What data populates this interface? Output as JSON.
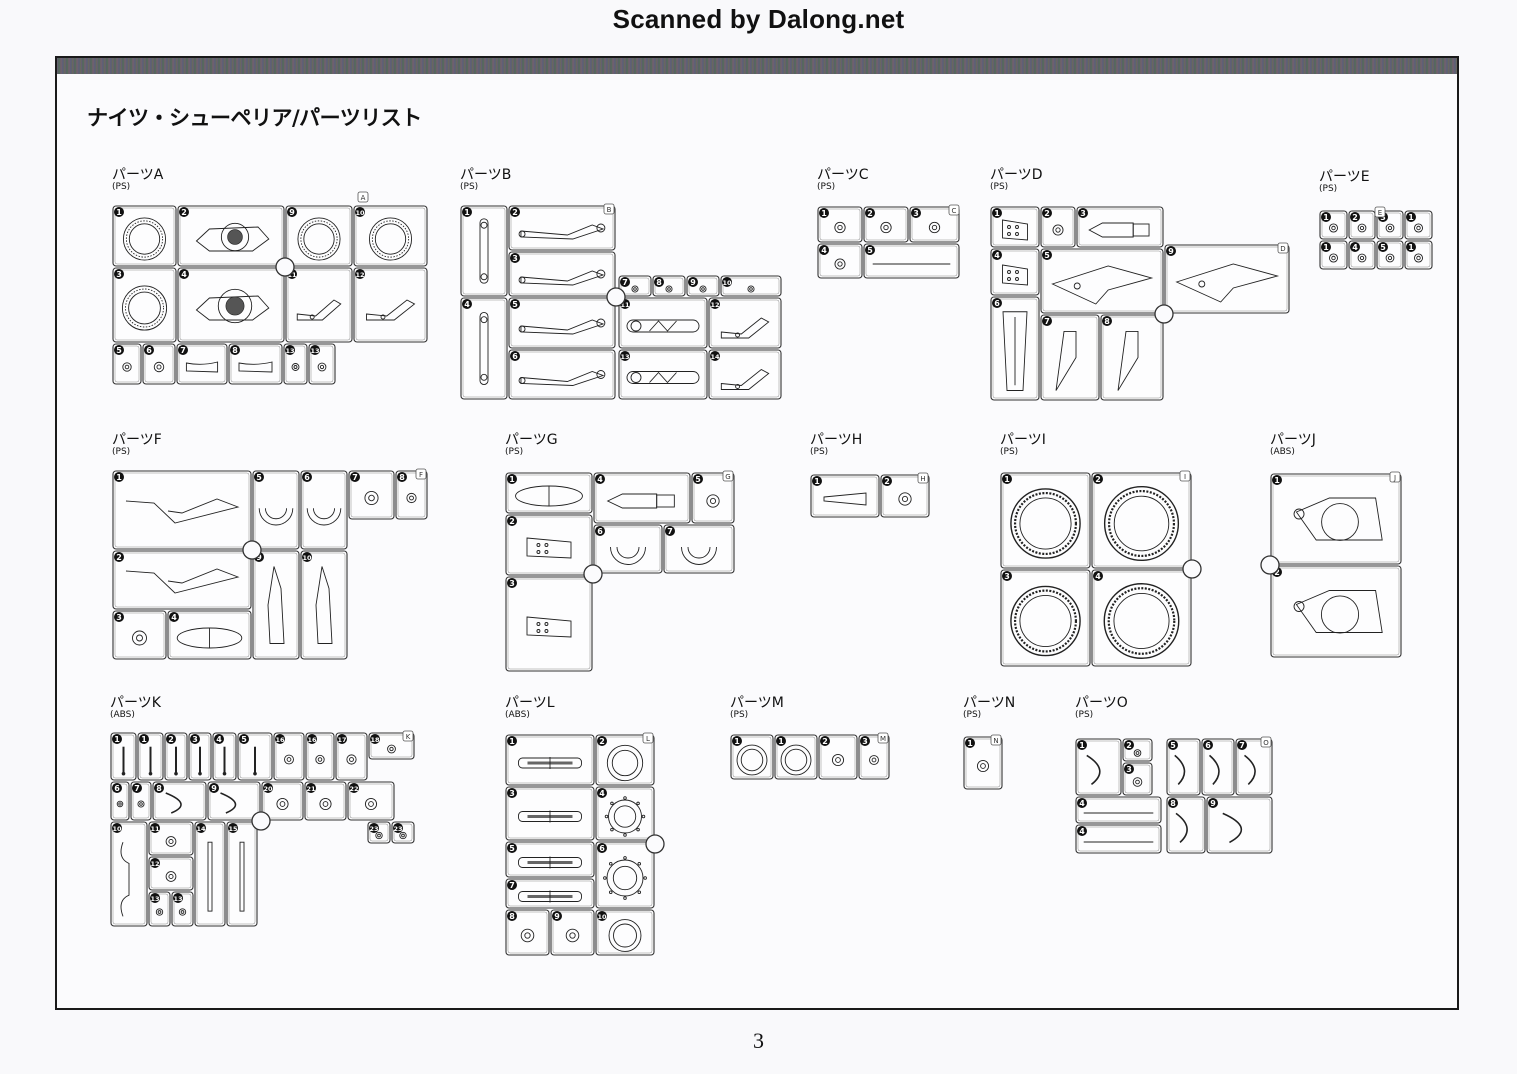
{
  "watermark": "Scanned by Dalong.net",
  "page_title": "ナイツ・シューペリア/パーツリスト",
  "page_number": "3",
  "sprues": [
    {
      "id": "A",
      "name": "パーツA",
      "material": "(PS)",
      "tag": "A",
      "cells": [
        {
          "n": "1",
          "shape": "gear-ring"
        },
        {
          "n": "2",
          "shape": "engine-case"
        },
        {
          "n": "9",
          "shape": "gear-ring"
        },
        {
          "n": "10",
          "shape": "gear-ring"
        },
        {
          "n": "3",
          "shape": "gear-ring"
        },
        {
          "n": "4",
          "shape": "engine-case"
        },
        {
          "n": "11",
          "shape": "bracket"
        },
        {
          "n": "12",
          "shape": "bracket"
        },
        {
          "n": "5",
          "shape": "small-cap"
        },
        {
          "n": "6",
          "shape": "small-cap"
        },
        {
          "n": "7",
          "shape": "plate"
        },
        {
          "n": "8",
          "shape": "plate"
        },
        {
          "n": "13",
          "shape": "small-cap"
        },
        {
          "n": "13",
          "shape": "small-cap"
        }
      ]
    },
    {
      "id": "B",
      "name": "パーツB",
      "material": "(PS)",
      "tag": "B",
      "cells": [
        {
          "n": "1",
          "shape": "fork-leg"
        },
        {
          "n": "2",
          "shape": "swing-arm"
        },
        {
          "n": "3",
          "shape": "swing-arm"
        },
        {
          "n": "4",
          "shape": "fork-leg"
        },
        {
          "n": "5",
          "shape": "swing-arm"
        },
        {
          "n": "6",
          "shape": "swing-arm"
        },
        {
          "n": "7",
          "shape": "small-cap"
        },
        {
          "n": "8",
          "shape": "small-cap"
        },
        {
          "n": "9",
          "shape": "small-cap"
        },
        {
          "n": "10",
          "shape": "small-cap"
        },
        {
          "n": "11",
          "shape": "link-arm"
        },
        {
          "n": "12",
          "shape": "bracket"
        },
        {
          "n": "13",
          "shape": "link-arm"
        },
        {
          "n": "14",
          "shape": "bracket"
        }
      ]
    },
    {
      "id": "C",
      "name": "パーツC",
      "material": "(PS)",
      "tag": "C",
      "cells": [
        {
          "n": "1",
          "shape": "small-cap"
        },
        {
          "n": "2",
          "shape": "small-cap"
        },
        {
          "n": "3",
          "shape": "small-cap"
        },
        {
          "n": "4",
          "shape": "small-cap"
        },
        {
          "n": "5",
          "shape": "rod"
        }
      ]
    },
    {
      "id": "D",
      "name": "パーツD",
      "material": "(PS)",
      "tag": "D",
      "cells": [
        {
          "n": "1",
          "shape": "panel"
        },
        {
          "n": "2",
          "shape": "small-cap"
        },
        {
          "n": "3",
          "shape": "seat"
        },
        {
          "n": "4",
          "shape": "panel"
        },
        {
          "n": "5",
          "shape": "wing"
        },
        {
          "n": "9",
          "shape": "wing"
        },
        {
          "n": "6",
          "shape": "long-panel"
        },
        {
          "n": "7",
          "shape": "fin"
        },
        {
          "n": "8",
          "shape": "fin"
        }
      ]
    },
    {
      "id": "E",
      "name": "パーツE",
      "material": "(PS)",
      "tag": "E",
      "cells": [
        {
          "n": "1",
          "shape": "small-cap"
        },
        {
          "n": "2",
          "shape": "small-cap"
        },
        {
          "n": "3",
          "shape": "small-cap"
        },
        {
          "n": "1",
          "shape": "small-cap"
        },
        {
          "n": "1",
          "shape": "small-cap"
        },
        {
          "n": "4",
          "shape": "small-cap"
        },
        {
          "n": "5",
          "shape": "small-cap"
        },
        {
          "n": "1",
          "shape": "small-cap"
        }
      ]
    },
    {
      "id": "F",
      "name": "パーツF",
      "material": "(PS)",
      "tag": "F",
      "cells": [
        {
          "n": "1",
          "shape": "cowl"
        },
        {
          "n": "5",
          "shape": "half-ring"
        },
        {
          "n": "6",
          "shape": "half-ring"
        },
        {
          "n": "7",
          "shape": "small-cap"
        },
        {
          "n": "8",
          "shape": "small-cap"
        },
        {
          "n": "2",
          "shape": "cowl"
        },
        {
          "n": "9",
          "shape": "side-cover"
        },
        {
          "n": "10",
          "shape": "side-cover"
        },
        {
          "n": "3",
          "shape": "small-cap"
        },
        {
          "n": "4",
          "shape": "capsule"
        }
      ]
    },
    {
      "id": "G",
      "name": "パーツG",
      "material": "(PS)",
      "tag": "G",
      "cells": [
        {
          "n": "1",
          "shape": "capsule"
        },
        {
          "n": "4",
          "shape": "seat"
        },
        {
          "n": "5",
          "shape": "small-cap"
        },
        {
          "n": "2",
          "shape": "panel"
        },
        {
          "n": "6",
          "shape": "half-ring"
        },
        {
          "n": "7",
          "shape": "half-ring"
        },
        {
          "n": "3",
          "shape": "panel"
        }
      ]
    },
    {
      "id": "H",
      "name": "パーツH",
      "material": "(PS)",
      "tag": "H",
      "cells": [
        {
          "n": "1",
          "shape": "cone"
        },
        {
          "n": "2",
          "shape": "small-cap"
        }
      ]
    },
    {
      "id": "I",
      "name": "パーツI",
      "material": "(PS)",
      "tag": "I",
      "cells": [
        {
          "n": "1",
          "shape": "tire"
        },
        {
          "n": "2",
          "shape": "tire"
        },
        {
          "n": "3",
          "shape": "tire"
        },
        {
          "n": "4",
          "shape": "tire"
        }
      ]
    },
    {
      "id": "J",
      "name": "パーツJ",
      "material": "(ABS)",
      "tag": "J",
      "cells": [
        {
          "n": "1",
          "shape": "frame-plate"
        },
        {
          "n": "2",
          "shape": "frame-plate"
        }
      ]
    },
    {
      "id": "K",
      "name": "パーツK",
      "material": "(ABS)",
      "tag": "K",
      "cells": [
        {
          "n": "1",
          "shape": "pin"
        },
        {
          "n": "1",
          "shape": "pin"
        },
        {
          "n": "2",
          "shape": "pin"
        },
        {
          "n": "3",
          "shape": "pin"
        },
        {
          "n": "4",
          "shape": "pin"
        },
        {
          "n": "5",
          "shape": "pin"
        },
        {
          "n": "16",
          "shape": "small-cap"
        },
        {
          "n": "16",
          "shape": "small-cap"
        },
        {
          "n": "17",
          "shape": "small-cap"
        },
        {
          "n": "18",
          "shape": "small-cap"
        },
        {
          "n": "6",
          "shape": "small-cap"
        },
        {
          "n": "7",
          "shape": "small-cap"
        },
        {
          "n": "8",
          "shape": "cable"
        },
        {
          "n": "9",
          "shape": "cable"
        },
        {
          "n": "20",
          "shape": "small-cap"
        },
        {
          "n": "21",
          "shape": "small-cap"
        },
        {
          "n": "22",
          "shape": "small-cap"
        },
        {
          "n": "23",
          "shape": "small-cap"
        },
        {
          "n": "23",
          "shape": "small-cap"
        },
        {
          "n": "10",
          "shape": "handlebar"
        },
        {
          "n": "11",
          "shape": "small-cap"
        },
        {
          "n": "12",
          "shape": "small-cap"
        },
        {
          "n": "13",
          "shape": "small-cap"
        },
        {
          "n": "13",
          "shape": "small-cap"
        },
        {
          "n": "14",
          "shape": "rod-v"
        },
        {
          "n": "15",
          "shape": "rod-v"
        }
      ]
    },
    {
      "id": "L",
      "name": "パーツL",
      "material": "(ABS)",
      "tag": "L",
      "cells": [
        {
          "n": "1",
          "shape": "shaft"
        },
        {
          "n": "2",
          "shape": "ring"
        },
        {
          "n": "3",
          "shape": "shaft"
        },
        {
          "n": "4",
          "shape": "sprocket"
        },
        {
          "n": "5",
          "shape": "shaft"
        },
        {
          "n": "6",
          "shape": "sprocket"
        },
        {
          "n": "7",
          "shape": "shaft"
        },
        {
          "n": "8",
          "shape": "small-cap"
        },
        {
          "n": "9",
          "shape": "small-cap"
        },
        {
          "n": "10",
          "shape": "ring"
        }
      ]
    },
    {
      "id": "M",
      "name": "パーツM",
      "material": "(PS)",
      "tag": "M",
      "cells": [
        {
          "n": "1",
          "shape": "ring"
        },
        {
          "n": "1",
          "shape": "ring"
        },
        {
          "n": "2",
          "shape": "small-cap"
        },
        {
          "n": "3",
          "shape": "small-cap"
        }
      ]
    },
    {
      "id": "N",
      "name": "パーツN",
      "material": "(PS)",
      "tag": "N",
      "cells": [
        {
          "n": "1",
          "shape": "small-cap"
        }
      ]
    },
    {
      "id": "O",
      "name": "パーツO",
      "material": "(PS)",
      "tag": "O",
      "cells": [
        {
          "n": "1",
          "shape": "cable"
        },
        {
          "n": "2",
          "shape": "small-cap"
        },
        {
          "n": "3",
          "shape": "small-cap"
        },
        {
          "n": "4",
          "shape": "rod"
        },
        {
          "n": "4",
          "shape": "rod"
        },
        {
          "n": "5",
          "shape": "cable"
        },
        {
          "n": "6",
          "shape": "cable"
        },
        {
          "n": "7",
          "shape": "cable"
        },
        {
          "n": "8",
          "shape": "cable"
        },
        {
          "n": "9",
          "shape": "cable"
        }
      ]
    }
  ]
}
